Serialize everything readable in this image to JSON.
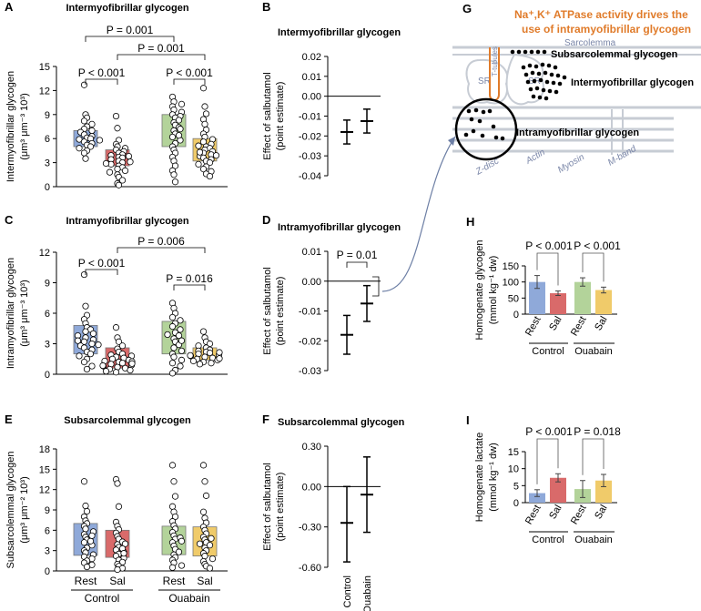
{
  "colors": {
    "rest": "#8fa9d9",
    "sal": "#d96a6a",
    "o_rest": "#b3d39a",
    "o_sal": "#f0cb6a",
    "axis": "#000000",
    "orange": "#e07b2a",
    "gray": "#c7ccd4",
    "label_gray": "#7a86a8"
  },
  "groups": [
    "Control",
    "Ouabain"
  ],
  "conds": [
    "Rest",
    "Sal"
  ],
  "chart_data": [
    {
      "panel": "A",
      "type": "scatter",
      "title": "Intermyofibrillar glycogen",
      "ylabel": "Intermyofibrillar glycogen",
      "yunit": "(μm³ μm⁻³ 10³)",
      "ylim": [
        0,
        15
      ],
      "yticks": [
        0,
        3,
        6,
        9,
        12,
        15
      ],
      "boxes": [
        {
          "q1": 5.0,
          "q3": 7.0
        },
        {
          "q1": 2.6,
          "q3": 4.6
        },
        {
          "q1": 5.0,
          "q3": 9.0
        },
        {
          "q1": 3.2,
          "q3": 6.0
        }
      ],
      "points": [
        [
          12.7,
          9.0,
          8.6,
          8.2,
          7.8,
          7.5,
          7.2,
          7.0,
          6.8,
          6.5,
          6.3,
          6.1,
          6.0,
          5.9,
          5.8,
          5.6,
          5.4,
          5.2,
          5.0,
          4.8,
          4.5,
          4.2,
          3.5
        ],
        [
          8.8,
          7.3,
          5.8,
          5.3,
          5.0,
          4.8,
          4.6,
          4.4,
          4.2,
          4.0,
          3.9,
          3.7,
          3.6,
          3.4,
          3.2,
          3.0,
          2.8,
          2.6,
          2.4,
          2.2,
          2.0,
          1.8,
          1.5,
          1.2,
          0.8,
          0.4,
          0.2,
          3.8,
          3.1,
          2.9
        ],
        [
          11.2,
          10.6,
          10.3,
          10.0,
          9.6,
          9.3,
          9.0,
          8.8,
          8.6,
          8.3,
          8.0,
          7.7,
          7.4,
          7.0,
          6.6,
          6.2,
          5.8,
          5.4,
          5.0,
          4.6,
          4.2,
          3.7,
          3.2,
          2.6,
          2.0,
          1.5,
          0.6,
          6.4,
          7.2
        ],
        [
          12.3,
          10.0,
          9.1,
          8.4,
          7.8,
          7.1,
          6.6,
          6.2,
          5.9,
          5.6,
          5.3,
          5.0,
          4.8,
          4.6,
          4.4,
          4.2,
          4.0,
          3.8,
          3.6,
          3.4,
          3.2,
          3.0,
          2.8,
          2.5,
          2.2,
          1.9,
          1.6,
          1.3,
          5.1,
          4.3,
          3.9
        ]
      ],
      "annotations": [
        {
          "text": "P = 0.001"
        },
        {
          "text": "P = 0.001"
        },
        {
          "text": "P < 0.001"
        },
        {
          "text": "P < 0.001"
        }
      ]
    },
    {
      "panel": "C",
      "type": "scatter",
      "title": "Intramyofibrillar glycogen",
      "ylabel": "Intramyofibrillar glycogen",
      "yunit": "(μm³ μm⁻³ 10³)",
      "ylim": [
        0,
        12
      ],
      "yticks": [
        0,
        3,
        6,
        9,
        12
      ],
      "boxes": [
        {
          "q1": 2.0,
          "q3": 4.8
        },
        {
          "q1": 0.6,
          "q3": 2.6
        },
        {
          "q1": 2.0,
          "q3": 5.2
        },
        {
          "q1": 1.4,
          "q3": 2.6
        }
      ],
      "points": [
        [
          9.8,
          6.7,
          5.8,
          5.4,
          5.0,
          4.6,
          4.4,
          4.2,
          4.0,
          3.8,
          3.6,
          3.4,
          3.2,
          3.0,
          2.8,
          2.6,
          2.4,
          2.2,
          2.0,
          1.8,
          1.5,
          1.2,
          0.8,
          0.5,
          3.3,
          2.9
        ],
        [
          4.6,
          3.6,
          3.2,
          2.8,
          2.5,
          2.2,
          2.0,
          1.9,
          1.8,
          1.7,
          1.6,
          1.5,
          1.4,
          1.3,
          1.2,
          1.1,
          1.0,
          0.9,
          0.8,
          0.7,
          0.6,
          0.5,
          0.4,
          0.3,
          0.2,
          1.25,
          1.05,
          0.85
        ],
        [
          7.0,
          6.5,
          6.0,
          5.6,
          5.3,
          5.0,
          4.7,
          4.4,
          4.1,
          3.8,
          3.5,
          3.2,
          2.9,
          2.6,
          2.3,
          2.0,
          1.7,
          1.4,
          1.1,
          0.8,
          0.4,
          0.1,
          3.9,
          3.3
        ],
        [
          4.2,
          3.6,
          3.2,
          3.0,
          2.8,
          2.6,
          2.4,
          2.3,
          2.2,
          2.1,
          2.0,
          1.9,
          1.8,
          1.7,
          1.6,
          1.5,
          1.4,
          1.3,
          1.2,
          1.1,
          1.0,
          2.15,
          1.85,
          1.55
        ]
      ],
      "annotations": [
        {
          "text": "P = 0.006"
        },
        {
          "text": "P < 0.001"
        },
        {
          "text": "P = 0.016"
        }
      ]
    },
    {
      "panel": "E",
      "type": "scatter",
      "title": "Subsarcolemmal glycogen",
      "ylabel": "Subsarcolemmal glycogen",
      "yunit": "(μm³ μm⁻² 10³)",
      "ylim": [
        0,
        18
      ],
      "yticks": [
        0,
        3,
        6,
        9,
        12,
        15,
        18
      ],
      "boxes": [
        {
          "q1": 2.3,
          "q3": 7.0
        },
        {
          "q1": 2.0,
          "q3": 6.0
        },
        {
          "q1": 2.4,
          "q3": 6.6
        },
        {
          "q1": 2.2,
          "q3": 6.5
        }
      ],
      "points": [
        [
          13.2,
          9.6,
          8.8,
          8.0,
          7.4,
          7.0,
          6.6,
          6.2,
          5.8,
          5.4,
          5.0,
          4.6,
          4.2,
          3.8,
          3.4,
          3.0,
          2.7,
          2.4,
          2.1,
          1.8,
          1.5,
          1.2,
          0.9,
          0.6,
          4.4,
          5.2
        ],
        [
          13.5,
          12.9,
          9.5,
          7.2,
          6.6,
          6.1,
          5.6,
          5.1,
          4.7,
          4.3,
          3.9,
          3.5,
          3.1,
          2.8,
          2.5,
          2.2,
          1.9,
          1.6,
          1.3,
          1.0,
          0.7,
          0.4,
          0.2,
          4.0,
          3.3,
          2.6
        ],
        [
          15.6,
          13.2,
          11.0,
          9.5,
          8.7,
          8.0,
          7.3,
          6.7,
          6.2,
          5.7,
          5.2,
          4.7,
          4.2,
          3.7,
          3.2,
          2.8,
          2.4,
          2.0,
          1.6,
          1.2,
          0.8,
          0.5,
          4.9,
          4.4
        ],
        [
          15.6,
          13.2,
          11.1,
          8.7,
          7.8,
          7.1,
          6.5,
          6.0,
          5.5,
          5.0,
          4.6,
          4.2,
          3.8,
          3.4,
          3.0,
          2.6,
          2.2,
          1.8,
          1.4,
          1.0,
          0.7,
          0.4,
          4.8,
          4.0
        ]
      ]
    },
    {
      "panel": "B",
      "type": "errorbar",
      "title": "Intermyofibrillar glycogen",
      "ylabel": "Effect of salbutamol",
      "ylabel2": "(point estimate)",
      "ylim": [
        -0.04,
        0.02
      ],
      "yticks": [
        0.02,
        0.01,
        0.0,
        -0.01,
        -0.02,
        -0.03,
        -0.04
      ],
      "yticklabels": [
        "0.02",
        "0.01",
        "0.00",
        "-0.01",
        "-0.02",
        "-0.03",
        "-0.04"
      ],
      "estimates": [
        {
          "mean": -0.018,
          "lo": -0.024,
          "hi": -0.012
        },
        {
          "mean": -0.0125,
          "lo": -0.0185,
          "hi": -0.0065
        }
      ]
    },
    {
      "panel": "D",
      "type": "errorbar",
      "title": "Intramyofibrillar glycogen",
      "ylabel": "Effect of salbutamol",
      "ylabel2": "(point estimate)",
      "ylim": [
        -0.03,
        0.01
      ],
      "yticks": [
        0.01,
        0.0,
        -0.01,
        -0.02,
        -0.03
      ],
      "yticklabels": [
        "0.01",
        "0.00",
        "-0.01",
        "-0.02",
        "-0.03"
      ],
      "estimates": [
        {
          "mean": -0.018,
          "lo": -0.0245,
          "hi": -0.0115
        },
        {
          "mean": -0.0075,
          "lo": -0.0135,
          "hi": -0.0015
        }
      ],
      "annotations": [
        {
          "text": "P = 0.01"
        }
      ]
    },
    {
      "panel": "F",
      "type": "errorbar",
      "title": "Subsarcolemmal glycogen",
      "ylabel": "Effect of salbutamol",
      "ylabel2": "(point estimate)",
      "ylim": [
        -0.6,
        0.3
      ],
      "yticks": [
        0.3,
        0.0,
        -0.3,
        -0.6
      ],
      "yticklabels": [
        "0.30",
        "0.00",
        "-0.30",
        "-0.60"
      ],
      "estimates": [
        {
          "mean": -0.27,
          "lo": -0.56,
          "hi": 0.0
        },
        {
          "mean": -0.06,
          "lo": -0.34,
          "hi": 0.22
        }
      ],
      "xlabels": [
        "Control",
        "Ouabain"
      ]
    },
    {
      "panel": "H",
      "type": "bar",
      "ylabel": "Homogenate glycogen",
      "yunit": "(mmol kg⁻¹ dw)",
      "ylim": [
        0,
        150
      ],
      "yticks": [
        0,
        50,
        100,
        150
      ],
      "values": [
        {
          "v": 100,
          "err": 20
        },
        {
          "v": 65,
          "err": 7
        },
        {
          "v": 100,
          "err": 13
        },
        {
          "v": 75,
          "err": 9
        }
      ],
      "annotations": [
        {
          "text": "P < 0.001"
        },
        {
          "text": "P < 0.001"
        }
      ]
    },
    {
      "panel": "I",
      "type": "bar",
      "ylabel": "Homogenate lactate",
      "yunit": "(mmol kg⁻¹ dw)",
      "ylim": [
        0,
        15
      ],
      "yticks": [
        0,
        5,
        10,
        15
      ],
      "values": [
        {
          "v": 2.8,
          "err": 1.0
        },
        {
          "v": 7.3,
          "err": 1.2
        },
        {
          "v": 4.0,
          "err": 2.5
        },
        {
          "v": 6.5,
          "err": 1.8
        }
      ],
      "annotations": [
        {
          "text": "P < 0.001"
        },
        {
          "text": "P = 0.018"
        }
      ]
    }
  ],
  "panelG": {
    "title1": "Na⁺,K⁺ ATPase activity drives the",
    "title2": "use of intramyofibrillar glycogen",
    "sarcolemma": "Sarcolemma",
    "ttubules": "T-tubules",
    "sr": "SR",
    "sub": "Subsarcolemmal glycogen",
    "inter": "Intermyofibrillar glycogen",
    "intra": "Intramyofibrillar glycogen",
    "zdisc": "Z-disc",
    "actin": "Actin",
    "myosin": "Myosin",
    "mband": "M-band"
  },
  "letters": [
    "A",
    "B",
    "C",
    "D",
    "E",
    "F",
    "G",
    "H",
    "I"
  ]
}
